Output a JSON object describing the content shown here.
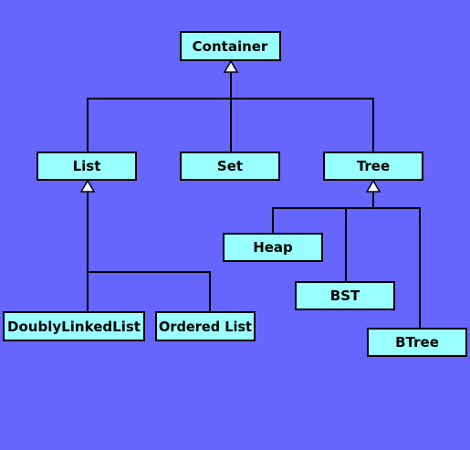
{
  "colors": {
    "background": "#6666ff",
    "node_fill": "#99ffff",
    "stroke": "#000000"
  },
  "nodes": {
    "container": "Container",
    "list": "List",
    "set": "Set",
    "tree": "Tree",
    "heap": "Heap",
    "bst": "BST",
    "btree": "BTree",
    "doubly_linked_list": "DoublyLinkedList",
    "ordered_list": "Ordered List"
  },
  "relations": [
    {
      "child": "list",
      "parent": "container",
      "type": "inheritance"
    },
    {
      "child": "set",
      "parent": "container",
      "type": "inheritance"
    },
    {
      "child": "tree",
      "parent": "container",
      "type": "inheritance"
    },
    {
      "child": "doubly_linked_list",
      "parent": "list",
      "type": "inheritance"
    },
    {
      "child": "ordered_list",
      "parent": "list",
      "type": "inheritance"
    },
    {
      "child": "heap",
      "parent": "tree",
      "type": "inheritance"
    },
    {
      "child": "bst",
      "parent": "tree",
      "type": "inheritance"
    },
    {
      "child": "btree",
      "parent": "tree",
      "type": "inheritance"
    }
  ]
}
